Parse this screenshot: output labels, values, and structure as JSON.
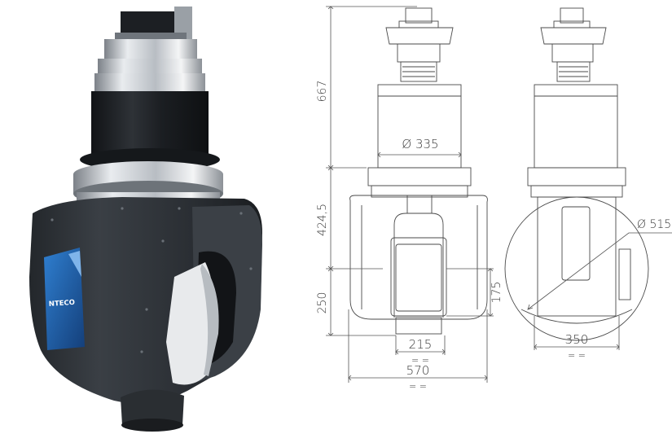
{
  "product": {
    "brand_logo": "NTECO"
  },
  "drawing": {
    "dims": {
      "height_top": "667",
      "height_mid": "424,5",
      "height_bottom": "250",
      "diameter_body": "Ø 335",
      "diameter_side": "Ø 515",
      "width_spindle": "215",
      "height_spindle": "175",
      "width_total": "570",
      "width_side": "350",
      "sym_marks": "= ="
    }
  },
  "colors": {
    "housing": "#2c3035",
    "line": "#4a4a4a",
    "logo_blue": "#1d5fa8"
  }
}
